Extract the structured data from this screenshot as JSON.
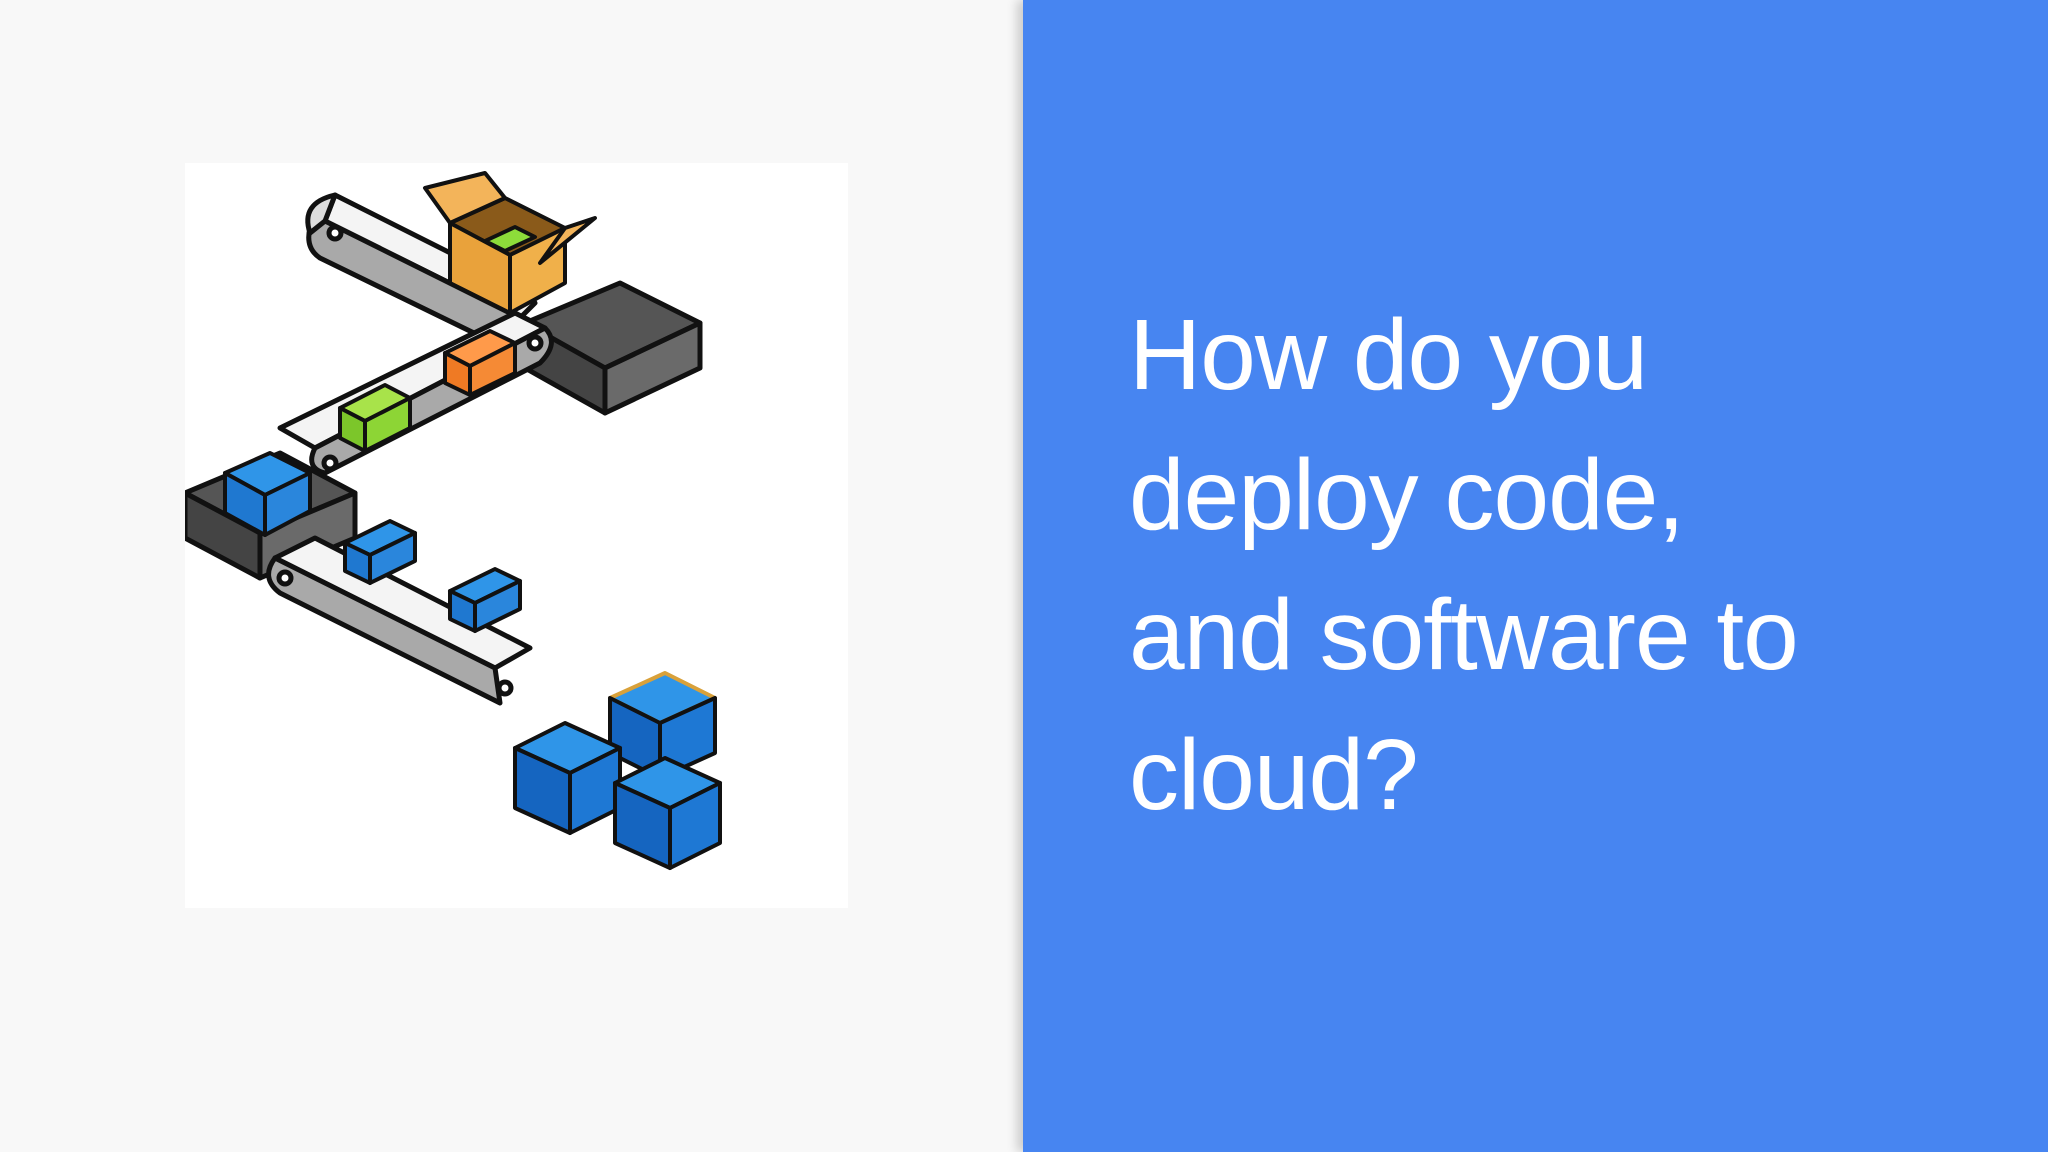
{
  "slide": {
    "title_lines": [
      "How do you",
      "deploy code,",
      "and software to",
      "cloud?"
    ],
    "illustration": {
      "description": "Isometric conveyor belts moving boxes into cloud-deployed blue cubes",
      "icon": "conveyor-deployment-illustration"
    },
    "colors": {
      "accent_panel": "#4785f1",
      "background": "#f8f8f8",
      "title_text": "#ffffff"
    }
  }
}
